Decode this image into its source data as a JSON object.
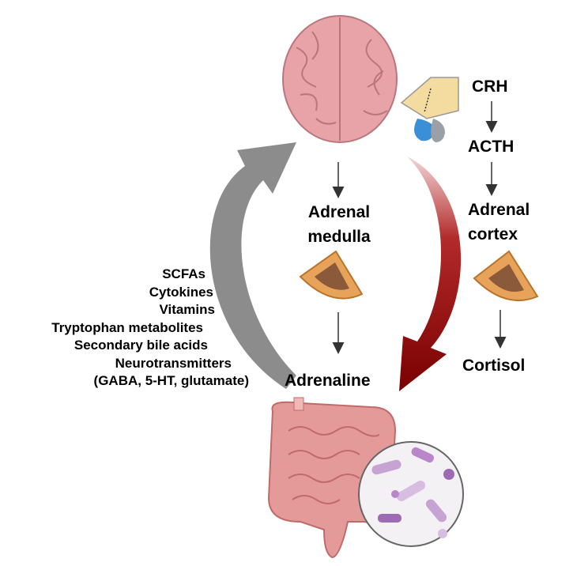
{
  "hpa_axis": {
    "crh": "CRH",
    "acth": "ACTH",
    "adrenal_cortex": [
      "Adrenal",
      "cortex"
    ],
    "cortisol": "Cortisol"
  },
  "sympathetic_axis": {
    "adrenal_medulla": [
      "Adrenal",
      "medulla"
    ],
    "adrenaline": "Adrenaline"
  },
  "gut_to_brain_signals": [
    "SCFAs",
    "Cytokines",
    "Vitamins",
    "Tryptophan metabolites",
    "Secondary bile acids",
    "Neurotransmitters",
    "(GABA, 5-HT, glutamate)"
  ],
  "colors": {
    "gut_to_brain_arrow": "#8c8c8c",
    "brain_to_gut_arrow": "#8b0a0a",
    "brain": "#e7a3a8",
    "adrenal": "#e8a35a",
    "intestine": "#e59a9a"
  }
}
